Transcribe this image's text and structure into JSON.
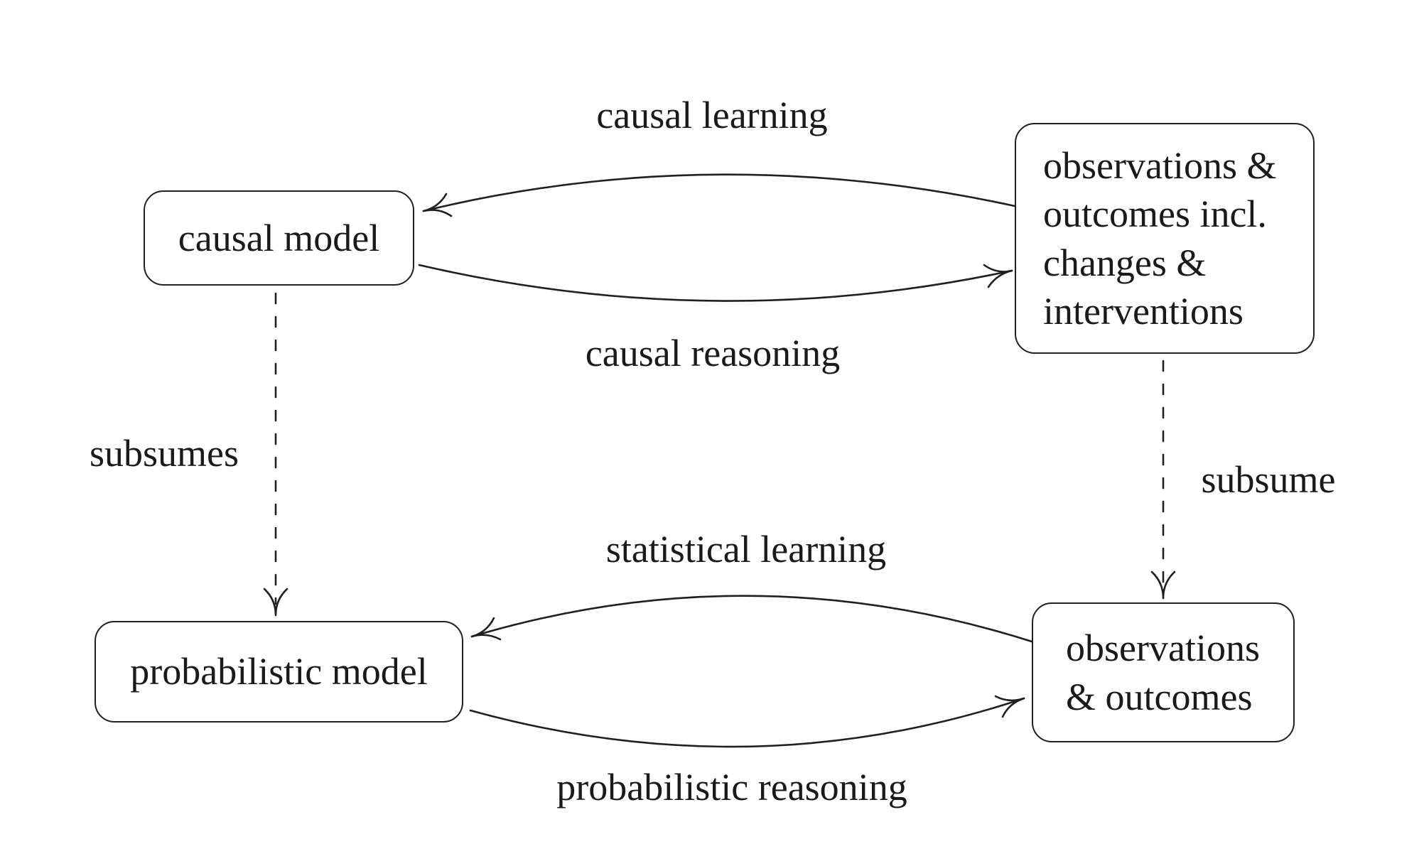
{
  "figure": {
    "background": "#ffffff",
    "ink_color": "#231f20",
    "nodes": [
      {
        "id": "causal-model",
        "label": "causal model"
      },
      {
        "id": "observations-interventions",
        "lines": [
          "observations &",
          "outcomes incl.",
          "changes &",
          "interventions"
        ]
      },
      {
        "id": "probabilistic-model",
        "label": "probabilistic model"
      },
      {
        "id": "observations-outcomes",
        "lines": [
          "observations",
          "& outcomes"
        ]
      }
    ],
    "edges": [
      {
        "id": "causal-learning",
        "label": "causal learning",
        "from": "observations-interventions",
        "to": "causal-model",
        "style": "solid-curved"
      },
      {
        "id": "causal-reasoning",
        "label": "causal reasoning",
        "from": "causal-model",
        "to": "observations-interventions",
        "style": "solid-curved"
      },
      {
        "id": "statistical-learning",
        "label": "statistical learning",
        "from": "observations-outcomes",
        "to": "probabilistic-model",
        "style": "solid-curved"
      },
      {
        "id": "probabilistic-reasoning",
        "label": "probabilistic reasoning",
        "from": "probabilistic-model",
        "to": "observations-outcomes",
        "style": "solid-curved"
      },
      {
        "id": "subsumes",
        "label": "subsumes",
        "from": "causal-model",
        "to": "probabilistic-model",
        "style": "dashed"
      },
      {
        "id": "subsume",
        "label": "subsume",
        "from": "observations-interventions",
        "to": "observations-outcomes",
        "style": "dashed"
      }
    ]
  }
}
